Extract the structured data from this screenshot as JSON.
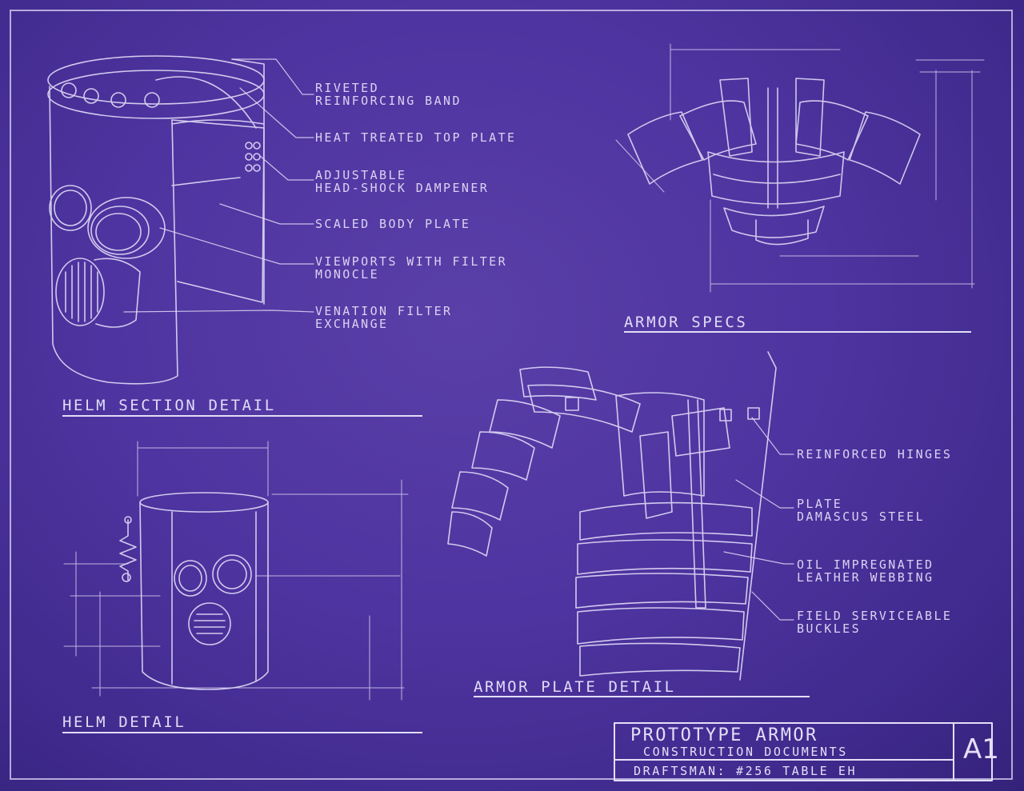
{
  "helm_section": {
    "title": "Helm Section Detail",
    "callouts": [
      {
        "lines": [
          "Riveted",
          "Reinforcing Band"
        ]
      },
      {
        "lines": [
          "Heat Treated Top Plate"
        ]
      },
      {
        "lines": [
          "Adjustable",
          "Head-Shock Dampener"
        ]
      },
      {
        "lines": [
          "Scaled Body Plate"
        ]
      },
      {
        "lines": [
          "Viewports with Filter",
          "Monocle"
        ]
      },
      {
        "lines": [
          "Venation Filter",
          "Exchange"
        ]
      }
    ]
  },
  "armor_specs": {
    "title": "Armor Specs"
  },
  "helm_detail": {
    "title": "Helm Detail"
  },
  "armor_plate": {
    "title": "Armor Plate Detail",
    "callouts": [
      {
        "lines": [
          "Reinforced Hinges"
        ]
      },
      {
        "lines": [
          "Plate",
          "Damascus Steel"
        ]
      },
      {
        "lines": [
          "Oil Impregnated",
          "Leather Webbing"
        ]
      },
      {
        "lines": [
          "Field Serviceable",
          "Buckles"
        ]
      }
    ]
  },
  "title_block": {
    "project": "Prototype Armor",
    "subtitle": "Construction Documents",
    "draftsman": "Draftsman: #256 Table EH",
    "sheet": "A1"
  },
  "colors": {
    "paper": "#4e34a0",
    "ink": "#d9d3f2"
  }
}
